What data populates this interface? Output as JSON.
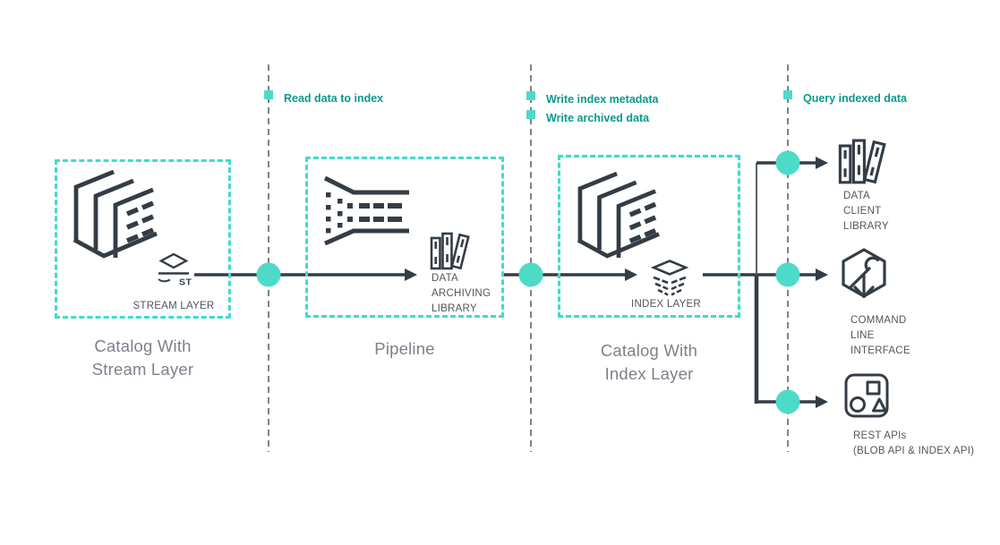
{
  "flow_labels": [
    {
      "id": "read-data-to-index",
      "text": "Read data to index"
    },
    {
      "id": "write-index-metadata",
      "text": "Write index metadata"
    },
    {
      "id": "write-archived-data",
      "text": "Write archived data"
    },
    {
      "id": "query-indexed-data",
      "text": "Query indexed data"
    }
  ],
  "nodes": {
    "catalog_stream": {
      "caption": "Catalog With\nStream Layer",
      "layer_label": "STREAM LAYER",
      "stream_badge": "ST"
    },
    "pipeline": {
      "caption": "Pipeline",
      "library_label": "DATA\nARCHIVING\nLIBRARY"
    },
    "catalog_index": {
      "caption": "Catalog With\nIndex Layer",
      "layer_label": "INDEX LAYER"
    }
  },
  "outputs": [
    {
      "id": "data-client-library",
      "label": "DATA\nCLIENT\nLIBRARY"
    },
    {
      "id": "command-line-interface",
      "label": "COMMAND\nLINE\nINTERFACE"
    },
    {
      "id": "rest-apis",
      "label": "REST APIs\n(BLOB API & INDEX API)"
    }
  ],
  "colors": {
    "accent_teal": "#4edac9",
    "teal_text": "#0a9a8e",
    "dark_stroke": "#343c46",
    "caption_gray": "#7d818a",
    "label_gray": "#50565e",
    "guide_gray": "#7d828a"
  }
}
